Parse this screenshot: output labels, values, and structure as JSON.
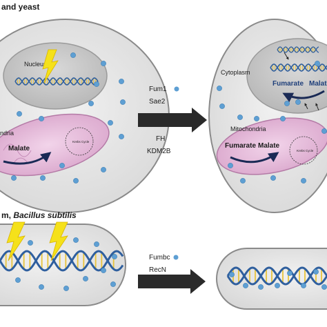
{
  "top_section": {
    "heading": "and yeast",
    "left_cell": {
      "nucleus_label": "Nucleus",
      "mito_label": "ndria",
      "malate_label": "Malate",
      "krebs_label": "Krebs Cycle"
    },
    "right_cell": {
      "cytoplasm_label": "Cytoplasm",
      "fumarate_label": "Fumarate",
      "malate_label": "Malate",
      "mito_label": "Mitochondria",
      "mito_fumarate_label": "Fumarate",
      "mito_malate_label": "Malate",
      "krebs_label": "Krebs Cycle"
    },
    "arrow_labels": [
      "Fum1",
      "Sae2",
      "FH",
      "KDM2B"
    ]
  },
  "bottom_section": {
    "heading_prefix": "m, ",
    "heading_species": "Bacillus subtilis",
    "arrow_labels": [
      "Fumbc",
      "RecN"
    ]
  },
  "colors": {
    "cell_fill": "#e8e8e8",
    "cell_stroke": "#8a8a8a",
    "nucleus_fill": "#c9c9c9",
    "mito_fill": "#e7bfdc",
    "mito_stroke": "#b47aa6",
    "dot": "#5e9fd3",
    "lightning": "#f5e11a",
    "dna_strand": "#2f5f9e",
    "dna_rung": "#e8c33a",
    "arrow": "#2a2a2a",
    "text": "#1a1a1a",
    "fumarate_text": "#1f3f7a"
  }
}
